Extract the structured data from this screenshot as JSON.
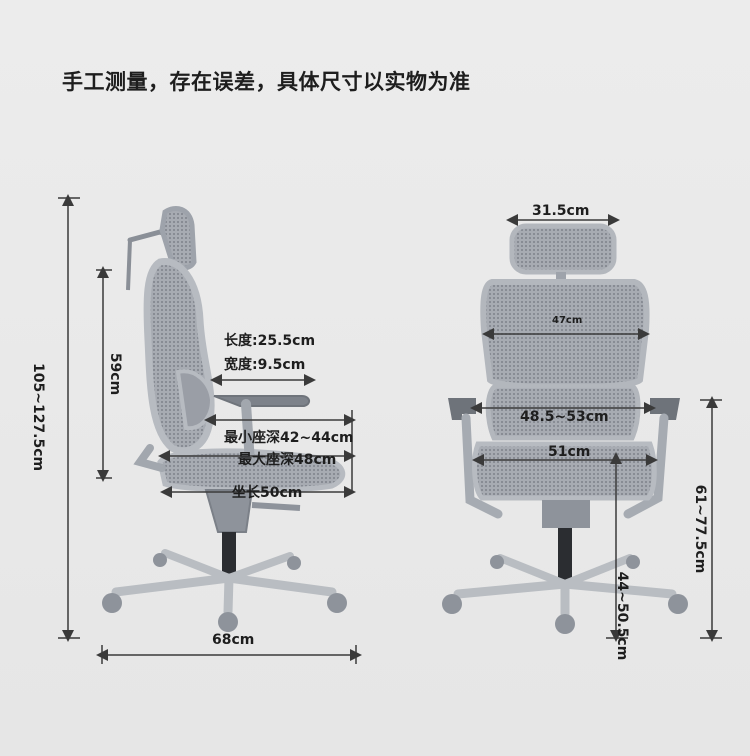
{
  "note": "手工测量，存在误差，具体尺寸以实物为准",
  "side_view": {
    "total_height": "105~127.5cm",
    "backrest_height": "59cm",
    "lumbar_length": "长度:25.5cm",
    "lumbar_width": "宽度:9.5cm",
    "min_seat_depth": "最小座深42~44cm",
    "max_seat_depth": "最大座深48cm",
    "seat_length": "坐长50cm",
    "base_width": "68cm"
  },
  "front_view": {
    "headrest_width": "31.5cm",
    "backrest_width": "47cm",
    "armrest_span": "48.5~53cm",
    "seat_width": "51cm",
    "armrest_height": "61~77.5cm",
    "seat_height": "44~50.5cm"
  },
  "colors": {
    "frame": "#9ea3ab",
    "mesh": "#8c9098",
    "arrow": "#3a3a3a",
    "background": "#ebebeb"
  }
}
